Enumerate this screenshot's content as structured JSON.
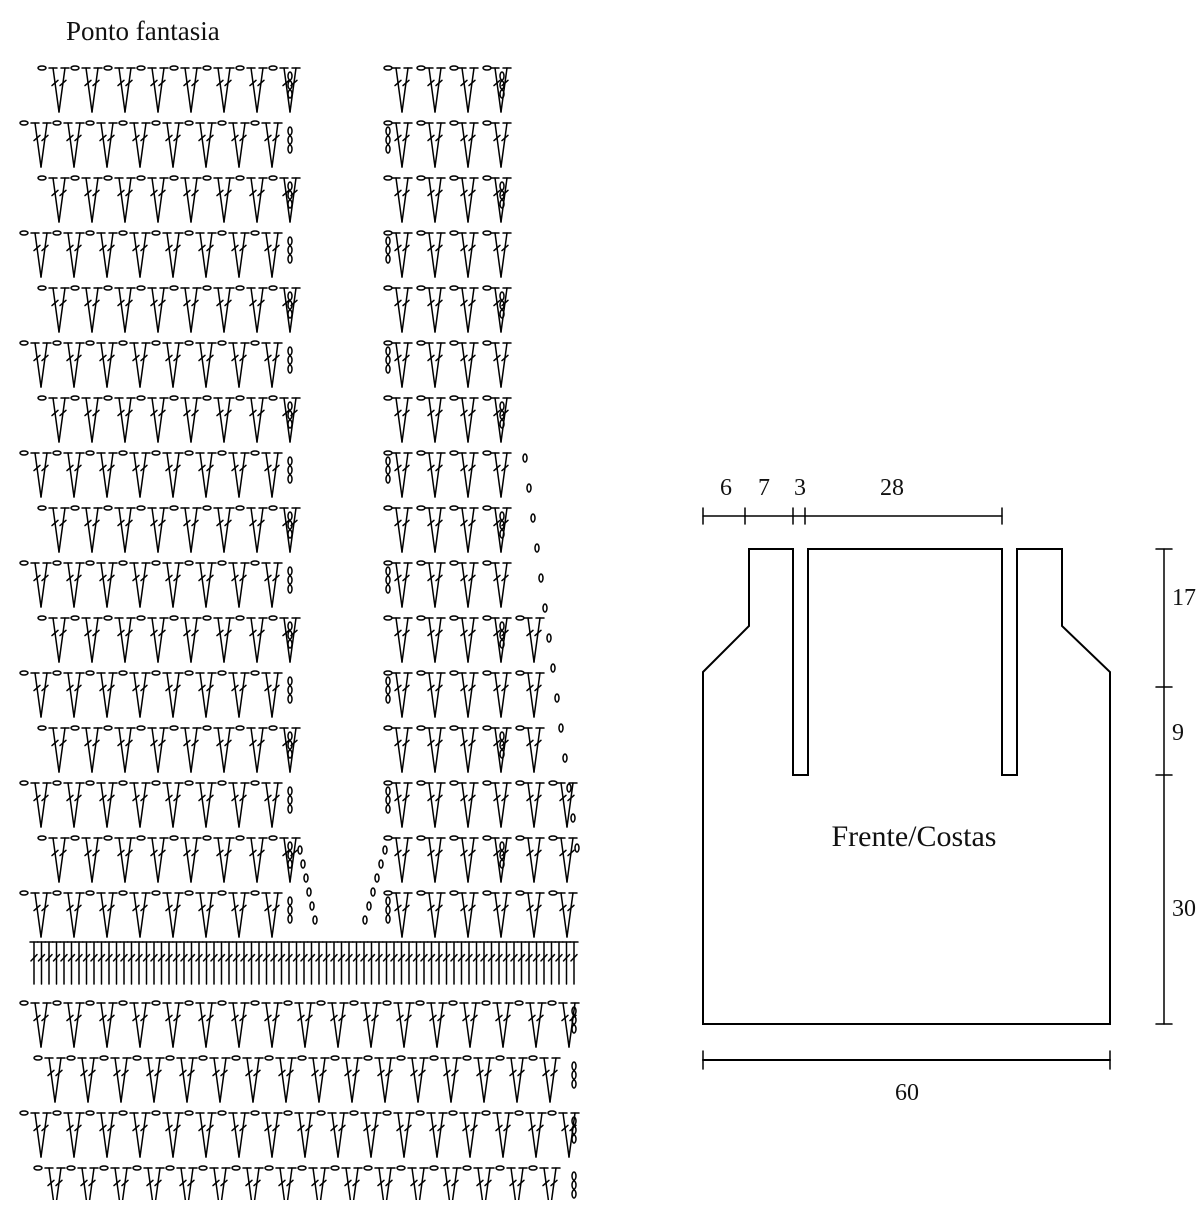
{
  "chart": {
    "title": "Ponto fantasia"
  },
  "schematic": {
    "piece_label": "Frente/Costas",
    "dimensions": {
      "top": [
        "6",
        "7",
        "3",
        "28"
      ],
      "right": [
        "17",
        "9",
        "30"
      ],
      "bottom": "60"
    }
  }
}
